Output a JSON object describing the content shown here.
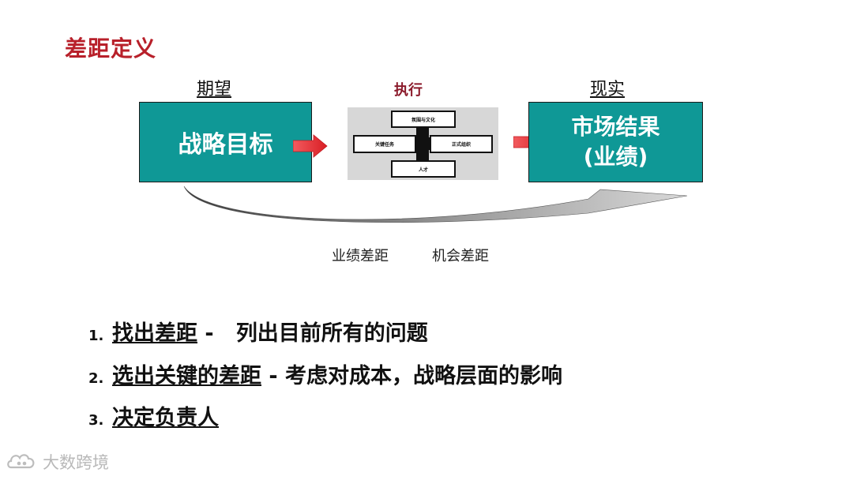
{
  "title": "差距定义",
  "colors": {
    "title": "#b8202a",
    "teal": "#0f9896",
    "exec_label": "#8b1a2b",
    "red_arrow": "#e0252b"
  },
  "labels": {
    "expectation": "期望",
    "execution": "执行",
    "reality": "现实"
  },
  "boxes": {
    "strategy_goal": "战略目标",
    "market_result_line1": "市场结果",
    "market_result_line2": "(业绩)"
  },
  "exec_diagram": {
    "top": "氛围与文化",
    "left": "关键任务",
    "right": "正式组织",
    "bottom": "人才"
  },
  "gaps": {
    "performance_gap": "业绩差距",
    "opportunity_gap": "机会差距"
  },
  "list": [
    {
      "num": "1.",
      "head": "找出差距",
      "sep": " -   ",
      "body": "列出目前所有的问题"
    },
    {
      "num": "2.",
      "head": "选出关键的差距",
      "sep": " - ",
      "body": "考虑对成本，战略层面的影响"
    },
    {
      "num": "3.",
      "head": "决定负责人",
      "sep": "",
      "body": ""
    }
  ],
  "watermark": {
    "icon": "cloud-logo-icon",
    "text": "大数跨境"
  }
}
